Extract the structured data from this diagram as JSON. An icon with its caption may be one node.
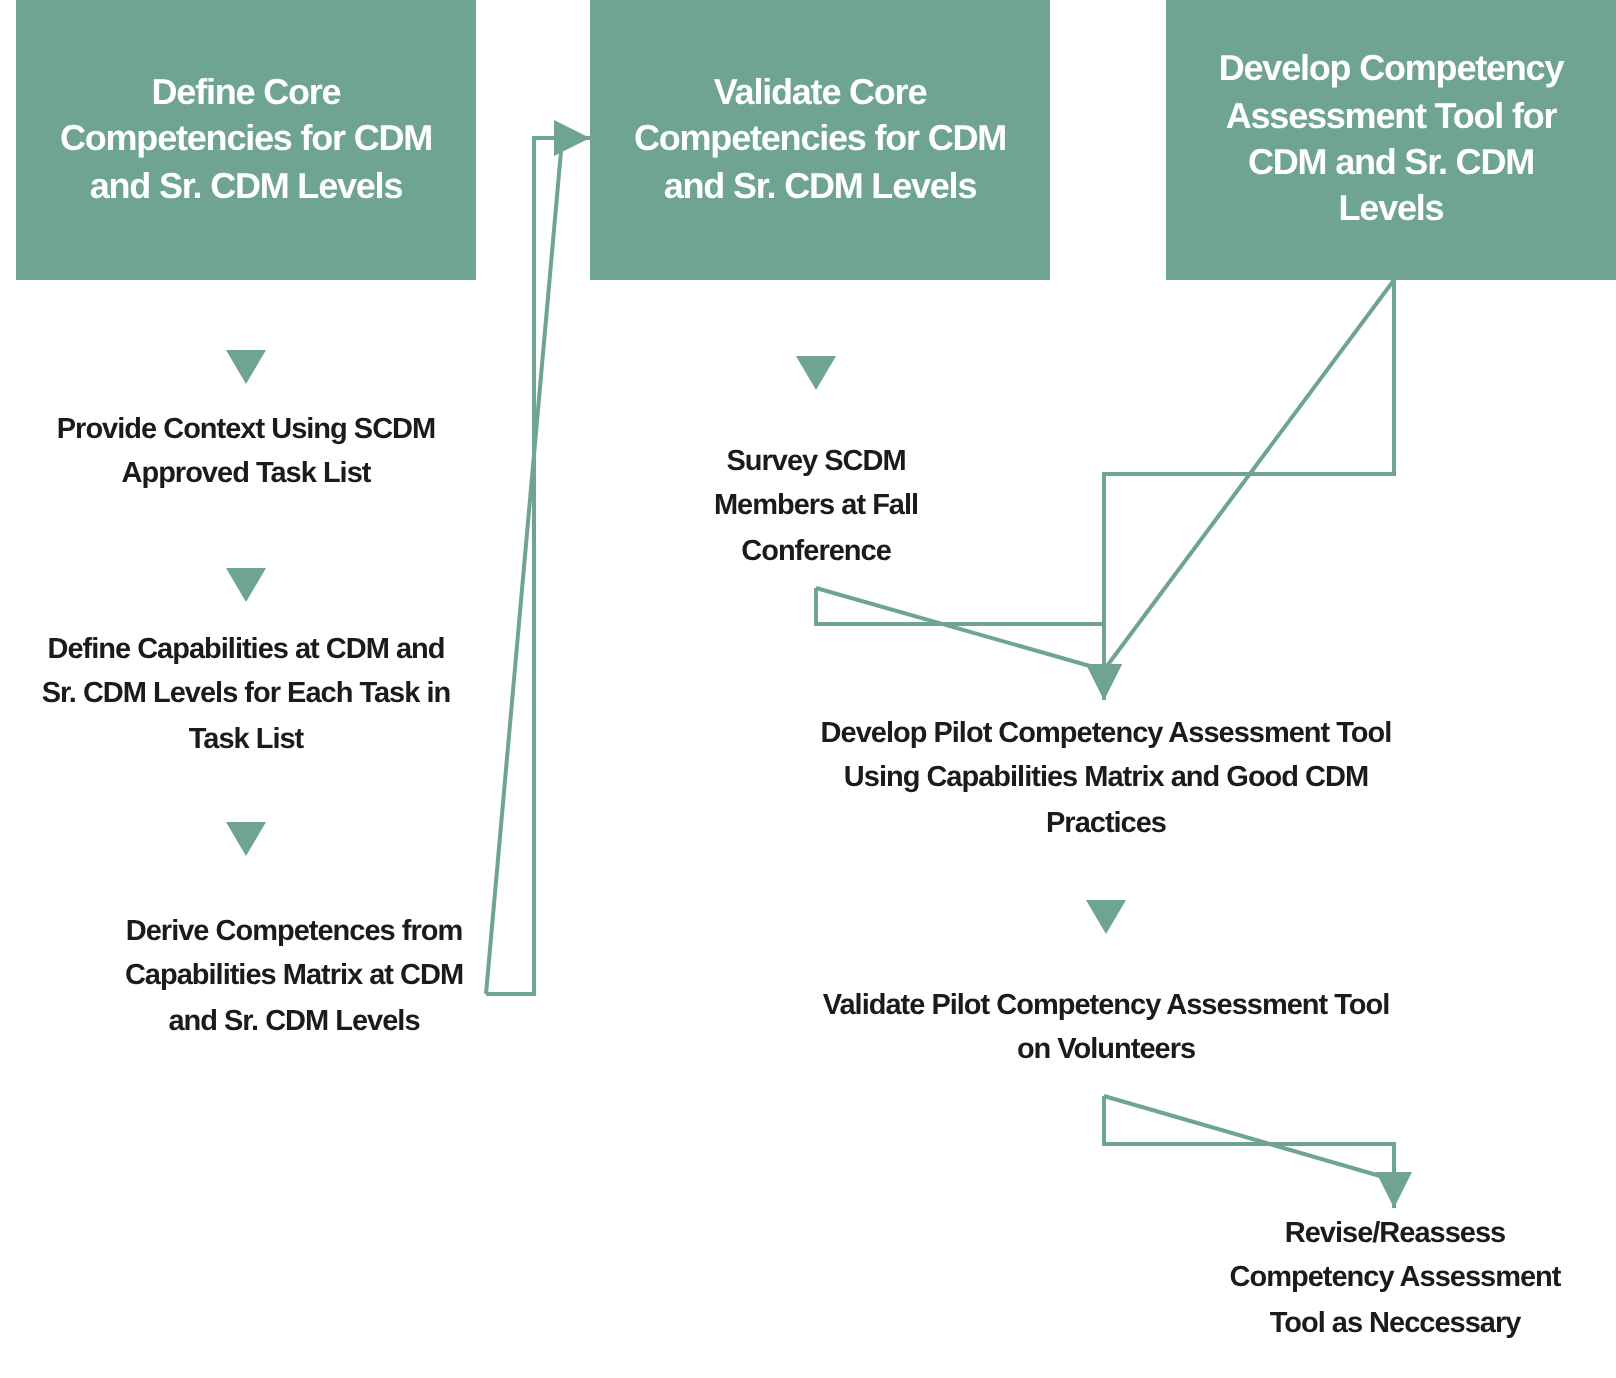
{
  "diagram": {
    "nodes": [
      {
        "text": [
          "Define Core Competencies for CDM and Sr. CDM Levels"
        ]
      },
      {
        "text": [
          "Validate Core Competencies for CDM and Sr. CDM Levels"
        ]
      },
      {
        "text": [
          "Develop Competency Assessment Tool for CDM and Sr. CDM Levels"
        ]
      },
      {
        "text": [
          "Provide Context Using SCDM Approved Task List"
        ]
      },
      {
        "text": [
          "Define Capabilities at CDM and Sr. CDM Levels for Each Task in Task List"
        ]
      },
      {
        "text": [
          "Derive Competences from Capabilities Matrix at CDM and Sr. CDM Levels"
        ]
      },
      {
        "text": [
          "Survey SCDM Members at Fall Conference"
        ]
      },
      {
        "text": [
          "Develop Pilot Competency Assessment Tool Using Capabilities Matrix and Good CDM Practices"
        ]
      },
      {
        "text": [
          "Validate Pilot Competency Assessment Tool on Volunteers"
        ]
      },
      {
        "text": [
          "Revise/Reassess Competency Assessment Tool as Neccessary"
        ]
      }
    ],
    "edges": [
      {
        "from": 0,
        "to": 3,
        "arrow": "to"
      },
      {
        "from": 3,
        "to": 4,
        "arrow": "to"
      },
      {
        "from": 4,
        "to": 5,
        "arrow": "to"
      },
      {
        "from": 5,
        "to": 1,
        "arrow": "to"
      },
      {
        "from": 1,
        "to": 6,
        "arrow": "to"
      },
      {
        "from": 6,
        "to": 7,
        "arrow": "to"
      },
      {
        "from": 2,
        "to": 7,
        "arrow": "to"
      },
      {
        "from": 7,
        "to": 8,
        "arrow": "to"
      },
      {
        "from": 8,
        "to": 9,
        "arrow": "to"
      }
    ]
  }
}
